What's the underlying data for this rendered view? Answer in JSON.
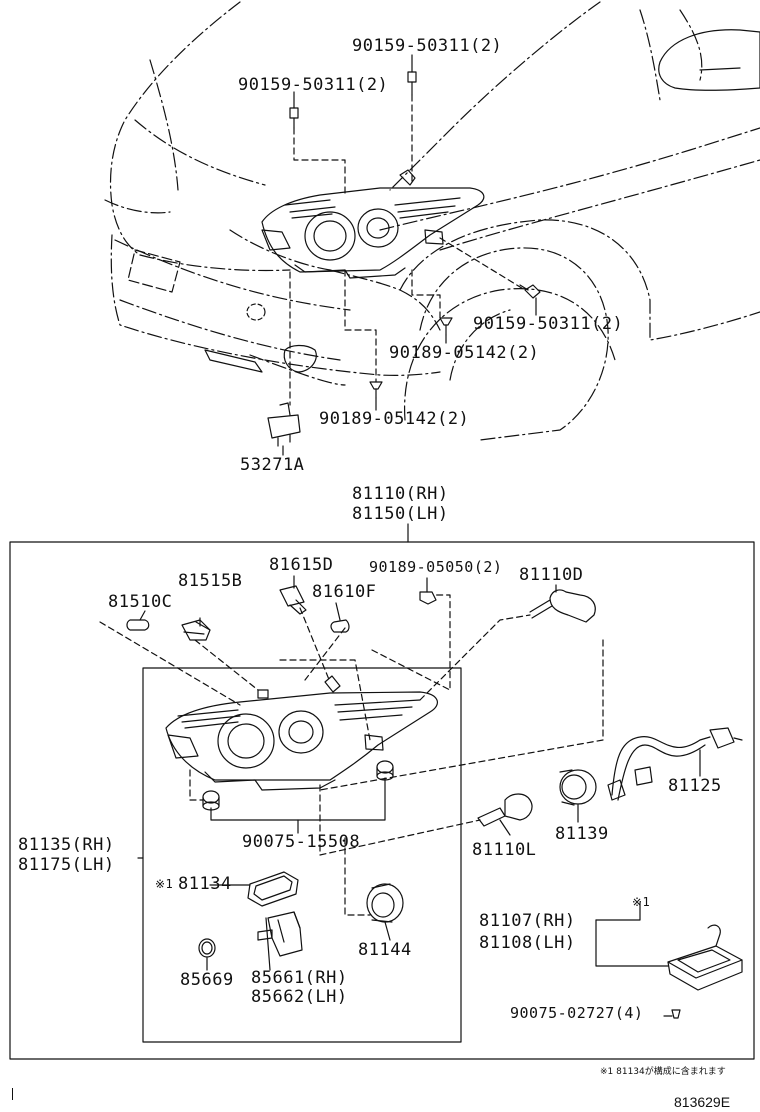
{
  "labels": {
    "bolt_top": "90159-50311(2)",
    "bolt_left": "90159-50311(2)",
    "bolt_right": "90159-50311(2)",
    "clip_mid": "90189-05142(2)",
    "clip_low": "90189-05142(2)",
    "sensor": "53271A",
    "assy_rh": "81110(RH)",
    "assy_lh": "81150(LH)",
    "socket_d": "81615D",
    "screw_grommet": "90189-05050(2)",
    "bulb_d": "81110D",
    "bulb_b": "81515B",
    "bulb_c": "81510C",
    "bulb_f": "81610F",
    "unit_rh": "81135(RH)",
    "unit_lh": "81175(LH)",
    "grommet": "90075-15508",
    "bulb_l": "81110L",
    "cap": "81139",
    "wire": "81125",
    "gasket_mark": "※1",
    "gasket": "81134",
    "seal": "81144",
    "ballast_rh": "81107(RH)",
    "ballast_lh": "81108(LH)",
    "ballast_mark": "※1",
    "oring": "85669",
    "actuator_rh": "85661(RH)",
    "actuator_lh": "85662(LH)",
    "screw_ballast": "90075-02727(4)",
    "footnote": "※1 81134が構成に含まれます",
    "drawing_code": "813629E"
  }
}
